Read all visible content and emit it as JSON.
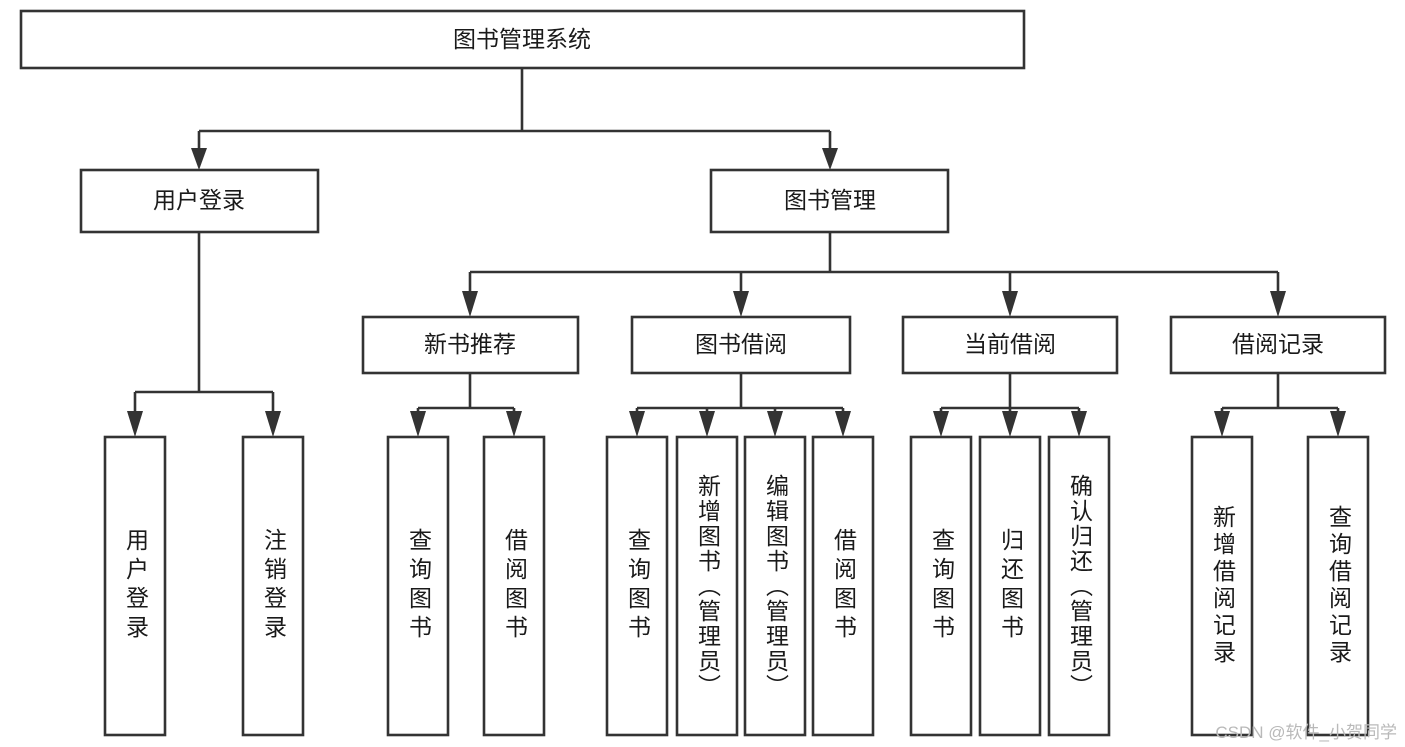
{
  "diagram": {
    "title": "图书管理系统",
    "watermark": "CSDN @软件_小贺同学",
    "colors": {
      "stroke": "#333333",
      "fill": "#ffffff",
      "text": "#1a1a1a",
      "watermark": "#b9b9b9"
    },
    "levels": {
      "root": {
        "label": "图书管理系统"
      },
      "level2": [
        {
          "label": "用户登录"
        },
        {
          "label": "图书管理"
        }
      ],
      "level3": [
        {
          "label": "新书推荐"
        },
        {
          "label": "图书借阅"
        },
        {
          "label": "当前借阅"
        },
        {
          "label": "借阅记录"
        }
      ],
      "leaves": {
        "user_login": [
          {
            "label": "用户登录"
          },
          {
            "label": "注销登录"
          }
        ],
        "new_book_recommend": [
          {
            "label": "查询图书"
          },
          {
            "label": "借阅图书"
          }
        ],
        "book_borrow": [
          {
            "label": "查询图书"
          },
          {
            "label": "新增图书（管理员）"
          },
          {
            "label": "编辑图书（管理员）"
          },
          {
            "label": "借阅图书"
          }
        ],
        "current_borrow": [
          {
            "label": "查询图书"
          },
          {
            "label": "归还图书"
          },
          {
            "label": "确认归还（管理员）"
          }
        ],
        "borrow_record": [
          {
            "label": "新增借阅记录"
          },
          {
            "label": "查询借阅记录"
          }
        ]
      }
    }
  }
}
